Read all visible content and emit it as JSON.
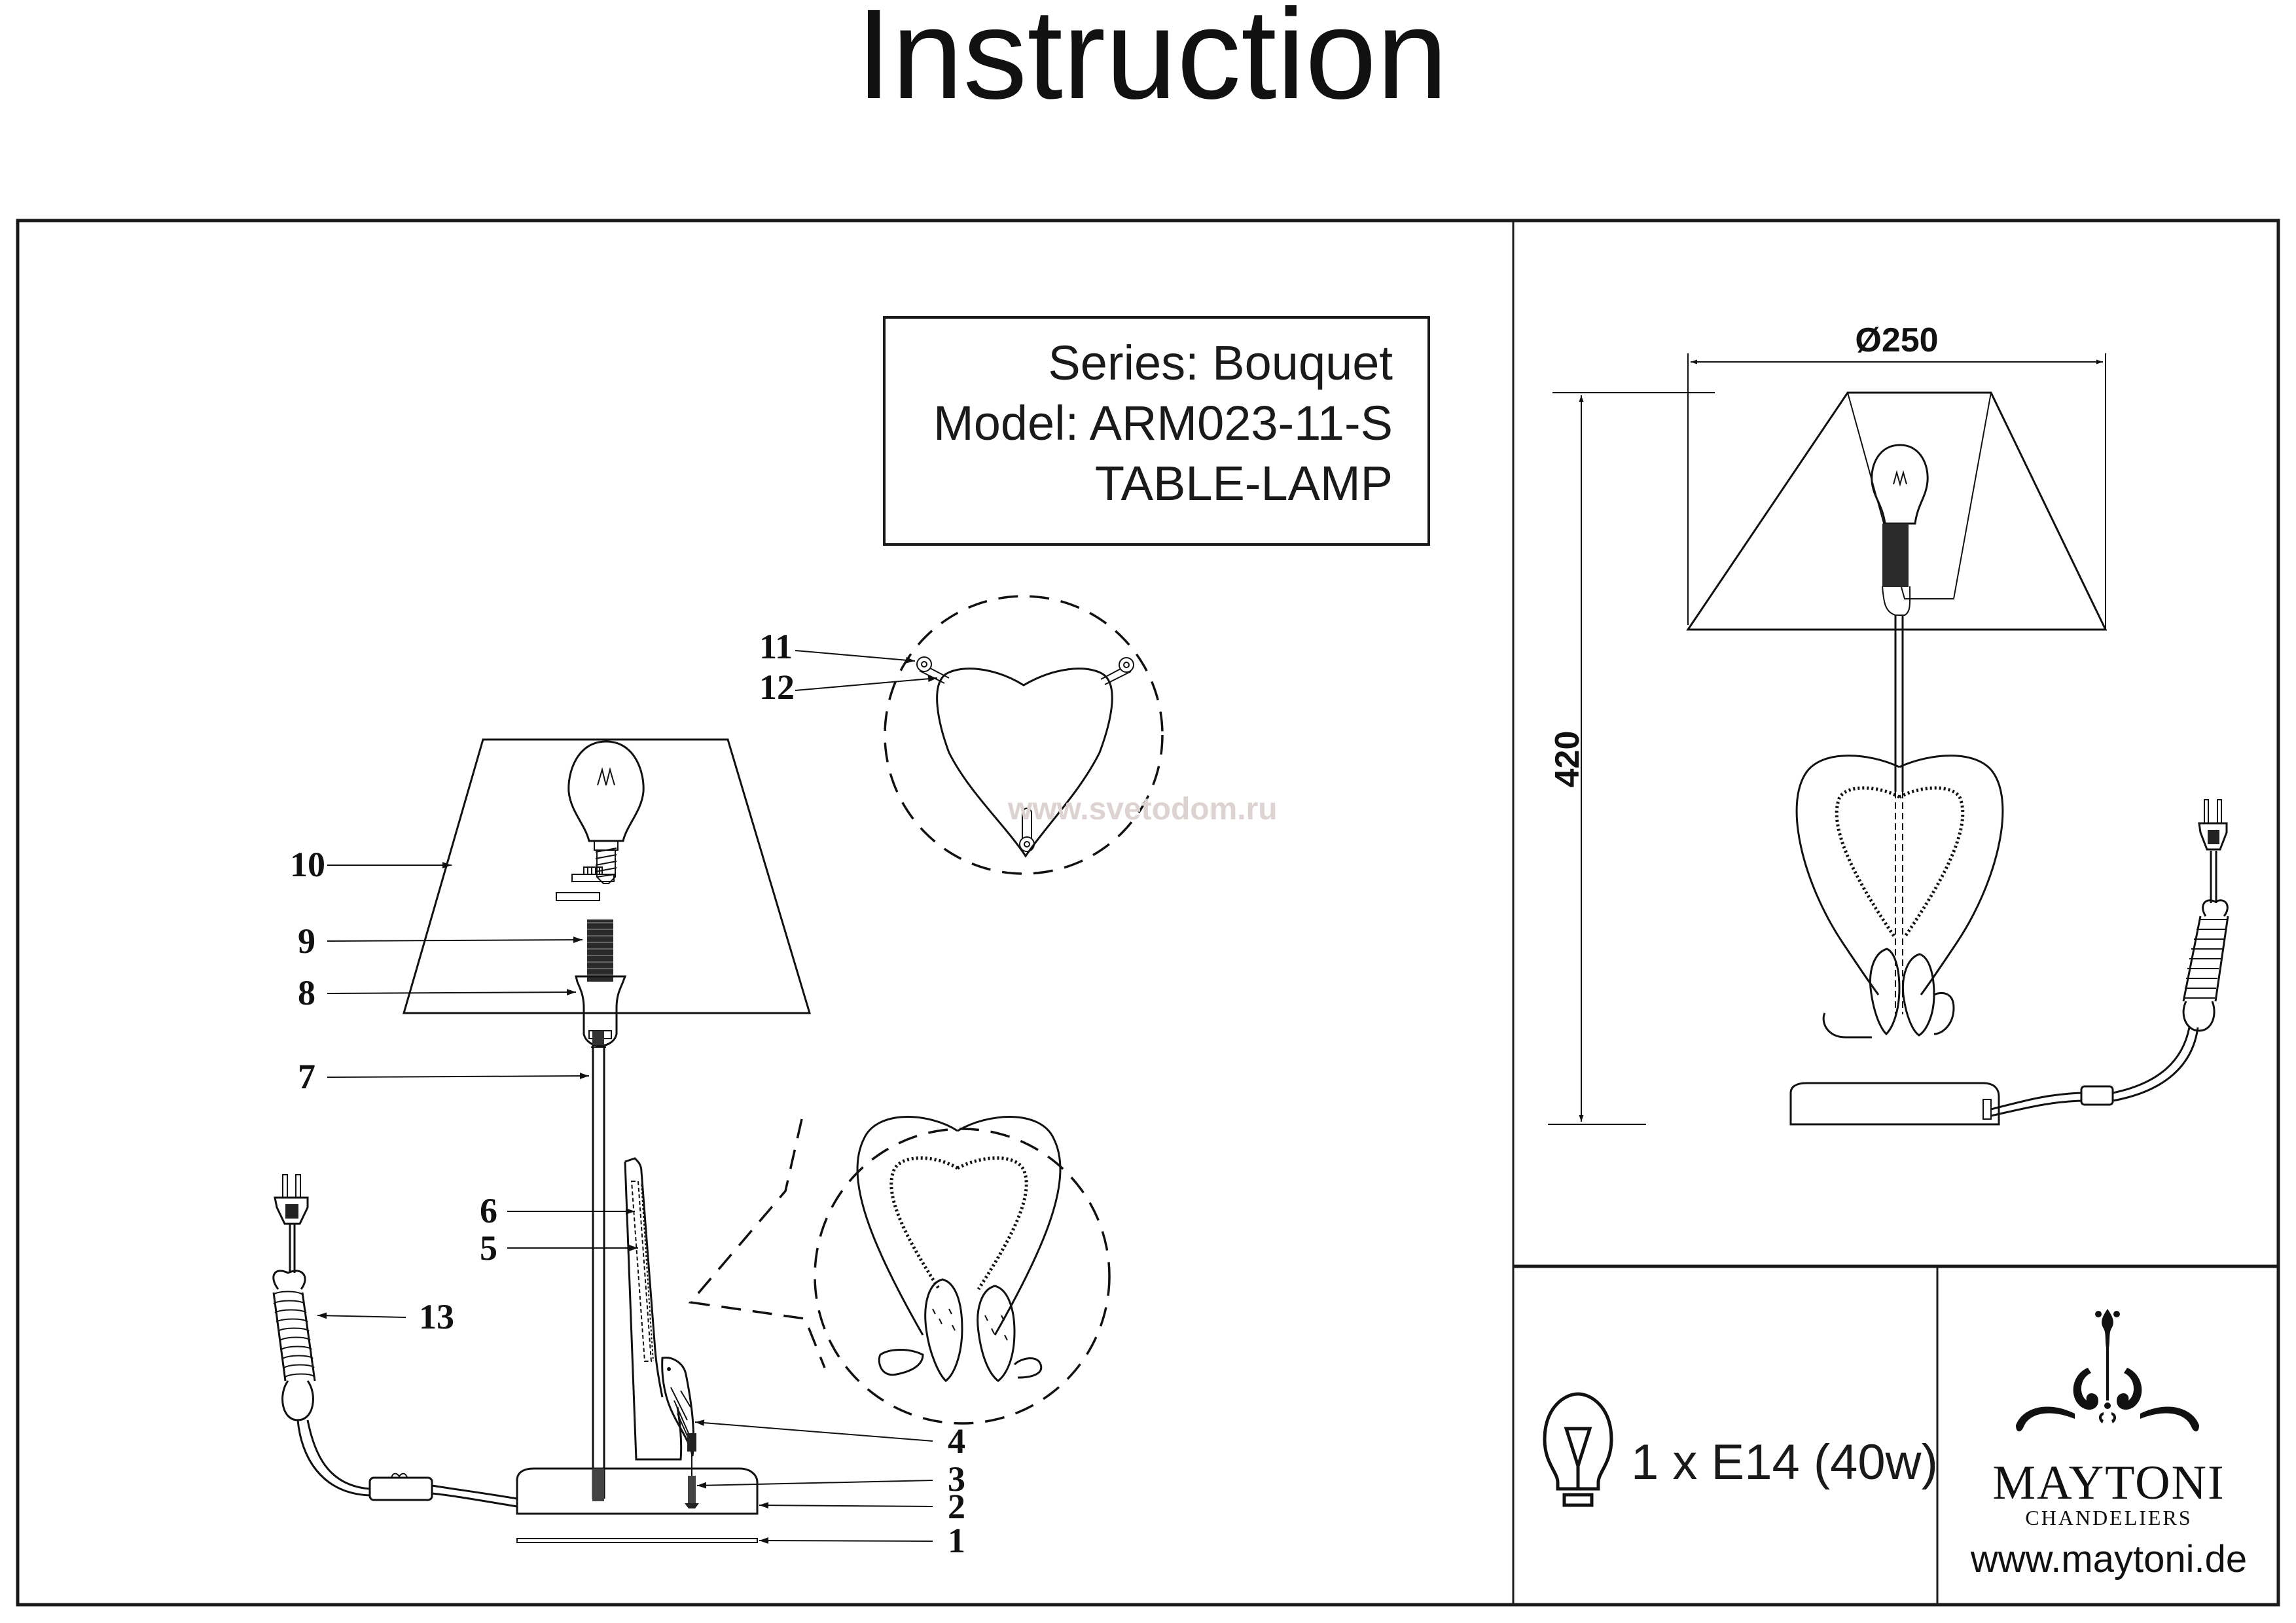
{
  "page": {
    "title": "Instruction"
  },
  "product": {
    "series_line": "Series: Bouquet",
    "model_line": "Model: ARM023-11-S",
    "type_line": "TABLE-LAMP"
  },
  "assembly_diagram": {
    "callouts": [
      {
        "number": "1",
        "part": "base-plate"
      },
      {
        "number": "2",
        "part": "base"
      },
      {
        "number": "3",
        "part": "screw"
      },
      {
        "number": "4",
        "part": "bird-figure"
      },
      {
        "number": "5",
        "part": "heart-frame"
      },
      {
        "number": "6",
        "part": "beaded-heart"
      },
      {
        "number": "7",
        "part": "stem"
      },
      {
        "number": "8",
        "part": "socket-holder"
      },
      {
        "number": "9",
        "part": "lamp-socket"
      },
      {
        "number": "10",
        "part": "lampshade"
      },
      {
        "number": "11",
        "part": "mounting-bracket"
      },
      {
        "number": "12",
        "part": "bracket-screw"
      },
      {
        "number": "13",
        "part": "power-cord"
      }
    ],
    "watermark": "www.svetodom.ru"
  },
  "dimensions": {
    "diameter_label": "Ø250",
    "height_label": "420"
  },
  "specs": {
    "bulb_icon": "light-bulb-icon",
    "bulb_text": "1 x E14 (40w)"
  },
  "brand": {
    "logo_icon": "chandelier-ornament-icon",
    "name": "MAYTONI",
    "subtitle": "CHANDELIERS",
    "website": "www.maytoni.de"
  }
}
